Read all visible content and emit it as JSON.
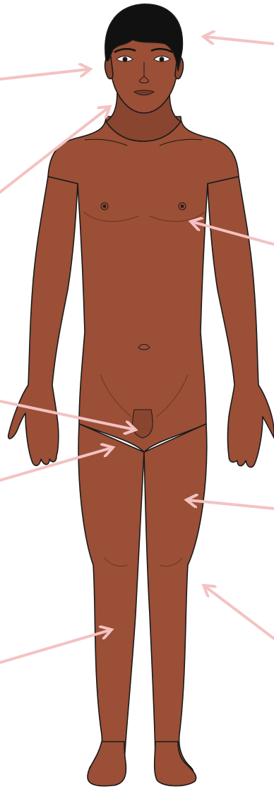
{
  "diagram": {
    "subject": "male-figure-front",
    "colors": {
      "skin": "#9a4f36",
      "skin_shadow": "#7d3c26",
      "skin_highlight": "#b5694b",
      "hair": "#111111",
      "outline": "#1a1a1a",
      "arrow": "#f4c2c2"
    },
    "pointers": [
      {
        "name": "head-arrow",
        "target": "hair"
      },
      {
        "name": "face-arrow",
        "target": "cheek"
      },
      {
        "name": "neck-arrow",
        "target": "neck"
      },
      {
        "name": "chest-arrow",
        "target": "chest"
      },
      {
        "name": "genital-arrow",
        "target": "genitals"
      },
      {
        "name": "thigh-left-arrow",
        "target": "inner-thigh"
      },
      {
        "name": "thigh-right-arrow",
        "target": "thigh"
      },
      {
        "name": "knee-arrow",
        "target": "knee"
      },
      {
        "name": "shin-arrow",
        "target": "shin"
      }
    ]
  }
}
